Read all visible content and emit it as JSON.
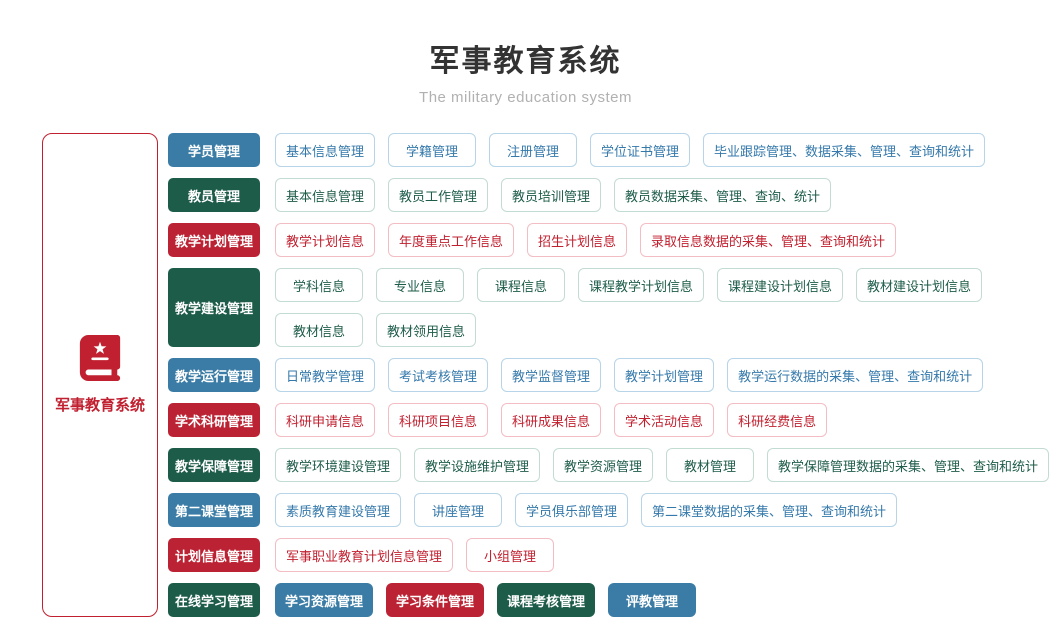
{
  "header": {
    "title": "军事教育系统",
    "subtitle": "The military education system"
  },
  "root": {
    "label": "军事教育系统",
    "icon": "red-book-star-icon"
  },
  "theme_colors": {
    "blue": "#3a7ca5",
    "green": "#1e5c4a",
    "red": "#bb2334",
    "root_red": "#c0202f"
  },
  "groups": [
    {
      "label": "学员管理",
      "theme": "blue",
      "item_rows": [
        [
          {
            "label": "基本信息管理"
          },
          {
            "label": "学籍管理"
          },
          {
            "label": "注册管理"
          },
          {
            "label": "学位证书管理"
          },
          {
            "label": "毕业跟踪管理、数据采集、管理、查询和统计"
          }
        ]
      ]
    },
    {
      "label": "教员管理",
      "theme": "green",
      "item_rows": [
        [
          {
            "label": "基本信息管理"
          },
          {
            "label": "教员工作管理"
          },
          {
            "label": "教员培训管理"
          },
          {
            "label": "教员数据采集、管理、查询、统计"
          }
        ]
      ]
    },
    {
      "label": "教学计划管理",
      "theme": "red",
      "item_rows": [
        [
          {
            "label": "教学计划信息"
          },
          {
            "label": "年度重点工作信息"
          },
          {
            "label": "招生计划信息"
          },
          {
            "label": "录取信息数据的采集、管理、查询和统计"
          }
        ]
      ]
    },
    {
      "label": "教学建设管理",
      "theme": "green",
      "item_rows": [
        [
          {
            "label": "学科信息"
          },
          {
            "label": "专业信息"
          },
          {
            "label": "课程信息"
          },
          {
            "label": "课程教学计划信息"
          },
          {
            "label": "课程建设计划信息"
          },
          {
            "label": "教材建设计划信息"
          }
        ],
        [
          {
            "label": "教材信息"
          },
          {
            "label": "教材领用信息"
          }
        ]
      ]
    },
    {
      "label": "教学运行管理",
      "theme": "blue",
      "item_rows": [
        [
          {
            "label": "日常教学管理"
          },
          {
            "label": "考试考核管理"
          },
          {
            "label": "教学监督管理"
          },
          {
            "label": "教学计划管理"
          },
          {
            "label": "教学运行数据的采集、管理、查询和统计"
          }
        ]
      ]
    },
    {
      "label": "学术科研管理",
      "theme": "red",
      "item_rows": [
        [
          {
            "label": "科研申请信息"
          },
          {
            "label": "科研项目信息"
          },
          {
            "label": "科研成果信息"
          },
          {
            "label": "学术活动信息"
          },
          {
            "label": "科研经费信息"
          }
        ]
      ]
    },
    {
      "label": "教学保障管理",
      "theme": "green",
      "item_rows": [
        [
          {
            "label": "教学环境建设管理"
          },
          {
            "label": "教学设施维护管理"
          },
          {
            "label": "教学资源管理"
          },
          {
            "label": "教材管理"
          },
          {
            "label": "教学保障管理数据的采集、管理、查询和统计"
          }
        ]
      ]
    },
    {
      "label": "第二课堂管理",
      "theme": "blue",
      "item_rows": [
        [
          {
            "label": "素质教育建设管理"
          },
          {
            "label": "讲座管理"
          },
          {
            "label": "学员俱乐部管理"
          },
          {
            "label": "第二课堂数据的采集、管理、查询和统计"
          }
        ]
      ]
    },
    {
      "label": "计划信息管理",
      "theme": "red",
      "item_rows": [
        [
          {
            "label": "军事职业教育计划信息管理"
          },
          {
            "label": "小组管理"
          }
        ]
      ]
    },
    {
      "label": "在线学习管理",
      "theme": "green",
      "item_rows": [
        [
          {
            "label": "学习资源管理",
            "solid": true,
            "theme": "blue"
          },
          {
            "label": "学习条件管理",
            "solid": true,
            "theme": "red"
          },
          {
            "label": "课程考核管理",
            "solid": true,
            "theme": "green"
          },
          {
            "label": "评教管理",
            "solid": true,
            "theme": "blue"
          }
        ]
      ]
    }
  ]
}
